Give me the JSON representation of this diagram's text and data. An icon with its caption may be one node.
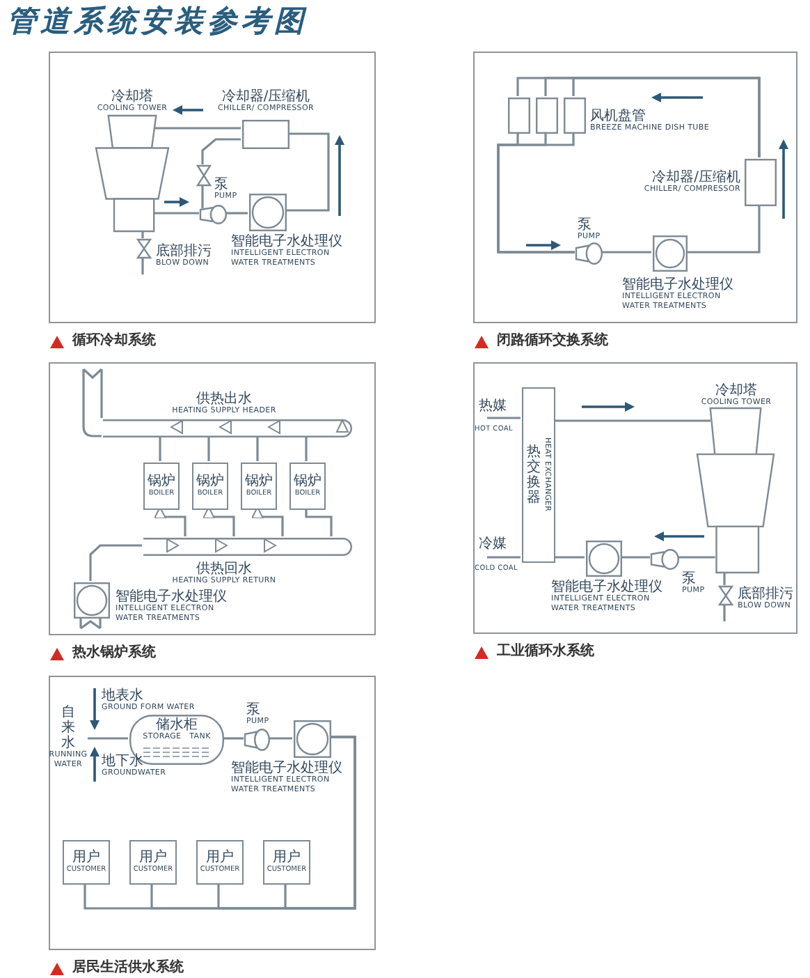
{
  "diagram": {
    "title": "管道系统安装参考图",
    "nodes": [
      {
        "text": [
          "循环冷却系统"
        ]
      },
      {
        "text": [],
        "shape": "tower",
        "in": 0,
        "beside": [
          "冷却塔",
          "COOLING TOWER"
        ]
      },
      {
        "text": [],
        "shape": "box",
        "in": 0,
        "beside": [
          "冷却器/压缩机",
          "CHILLER/ COMPRESSOR"
        ]
      },
      {
        "text": [],
        "shape": "valve",
        "in": 0
      },
      {
        "text": [],
        "shape": "pump",
        "in": 0,
        "beside": [
          "泵",
          "PUMP"
        ]
      },
      {
        "text": [],
        "shape": "box",
        "in": 0,
        "beside": [
          "智能电子水处理仪",
          "INTELLIGENT ELECTRON WATER TREATMENTS"
        ]
      },
      {
        "text": [],
        "shape": "valve",
        "in": 0,
        "beside": [
          "底部排污",
          "BLOW DOWN"
        ]
      },
      {
        "text": [
          "闭路循环交换系统"
        ]
      },
      {
        "text": [],
        "shape": "box",
        "in": 7
      },
      {
        "text": [],
        "shape": "box",
        "in": 7
      },
      {
        "text": [],
        "shape": "box",
        "in": 7,
        "beside": [
          "风机盘管",
          "BREEZE MACHINE DISH TUBE"
        ]
      },
      {
        "text": [],
        "shape": "box",
        "in": 7,
        "beside": [
          "冷却器/压缩机",
          "CHILLER/ COMPRESSOR"
        ]
      },
      {
        "text": [],
        "shape": "pump",
        "in": 7,
        "beside": [
          "泵",
          "PUMP"
        ]
      },
      {
        "text": [],
        "shape": "box",
        "in": 7,
        "beside": [
          "智能电子水处理仪",
          "INTELLIGENT ELECTRON WATER TREATMENTS"
        ]
      },
      {
        "text": [
          "热水锅炉系统"
        ]
      },
      {
        "text": [
          "供热出水",
          "HEATING SUPPLY HEADER"
        ],
        "in": 14
      },
      {
        "text": [
          "锅炉",
          "BOILER"
        ],
        "in": 14
      },
      {
        "text": [
          "锅炉",
          "BOILER"
        ],
        "in": 14
      },
      {
        "text": [
          "锅炉",
          "BOILER"
        ],
        "in": 14
      },
      {
        "text": [
          "锅炉",
          "BOILER"
        ],
        "in": 14
      },
      {
        "text": [
          "供热回水",
          "HEATING SUPPLY RETURN"
        ],
        "in": 14
      },
      {
        "text": [],
        "shape": "box",
        "in": 14,
        "beside": [
          "智能电子水处理仪",
          "INTELLIGENT ELECTRON WATER TREATMENTS"
        ]
      },
      {
        "text": [
          "工业循环水系统"
        ]
      },
      {
        "text": [
          "热交换器",
          "HEAT EXCHANGER"
        ],
        "in": 22
      },
      {
        "text": [],
        "shape": "tower",
        "in": 22,
        "beside": [
          "冷却塔",
          "COOLING TOWER"
        ]
      },
      {
        "text": [],
        "shape": "pump",
        "in": 22,
        "beside": [
          "泵",
          "PUMP"
        ]
      },
      {
        "text": [],
        "shape": "box",
        "in": 22,
        "beside": [
          "智能电子水处理仪",
          "INTELLIGENT ELECTRON WATER TREATMENTS"
        ]
      },
      {
        "text": [],
        "shape": "valve",
        "in": 22,
        "beside": [
          "底部排污",
          "BLOW DOWN"
        ]
      },
      {
        "text": [
          "居民生活供水系统"
        ]
      },
      {
        "text": [
          "自来水",
          "RUNNING WATER"
        ],
        "in": 28
      },
      {
        "text": [
          "储水柜",
          "STORAGE TANK"
        ],
        "in": 28
      },
      {
        "text": [],
        "shape": "pump",
        "in": 28,
        "beside": [
          "泵",
          "PUMP"
        ]
      },
      {
        "text": [],
        "shape": "box",
        "in": 28,
        "beside": [
          "智能电子水处理仪",
          "INTELLIGENT ELECTRON WATER TREATMENTS"
        ]
      },
      {
        "text": [
          "用户",
          "CUSTOMER"
        ],
        "in": 28
      },
      {
        "text": [
          "用户",
          "CUSTOMER"
        ],
        "in": 28
      },
      {
        "text": [
          "用户",
          "CUSTOMER"
        ],
        "in": 28
      },
      {
        "text": [
          "用户",
          "CUSTOMER"
        ],
        "in": 28
      }
    ],
    "edges": [
      {
        "from": 2,
        "to": 1,
        "arrow": "none"
      },
      {
        "from": 2,
        "to": 3,
        "arrow": "none"
      },
      {
        "from": 3,
        "to": 4,
        "arrow": "none"
      },
      {
        "from": 1,
        "to": 4,
        "arrow": "none"
      },
      {
        "from": 4,
        "to": 5,
        "arrow": "none"
      },
      {
        "from": 5,
        "to": 2,
        "arrow": "none"
      },
      {
        "from": 1,
        "to": 6,
        "arrow": "none"
      },
      {
        "from": 11,
        "to": 8,
        "arrow": "none"
      },
      {
        "from": 11,
        "to": 9,
        "arrow": "none"
      },
      {
        "from": 11,
        "to": 10,
        "arrow": "none"
      },
      {
        "from": 8,
        "to": 12,
        "arrow": "none"
      },
      {
        "from": 9,
        "to": 12,
        "arrow": "none"
      },
      {
        "from": 10,
        "to": 12,
        "arrow": "none"
      },
      {
        "from": 12,
        "to": 13,
        "arrow": "none"
      },
      {
        "from": 13,
        "to": 11,
        "arrow": "none"
      },
      {
        "from": 20,
        "to": 16,
        "arrow": "to"
      },
      {
        "from": 20,
        "to": 17,
        "arrow": "to"
      },
      {
        "from": 20,
        "to": 18,
        "arrow": "to"
      },
      {
        "from": 20,
        "to": 19,
        "arrow": "none"
      },
      {
        "from": 16,
        "to": 15,
        "arrow": "none"
      },
      {
        "from": 17,
        "to": 15,
        "arrow": "none"
      },
      {
        "from": 18,
        "to": 15,
        "arrow": "none"
      },
      {
        "from": 19,
        "to": 15,
        "arrow": "none"
      },
      {
        "from": 21,
        "to": 20,
        "arrow": "none"
      },
      {
        "from": 23,
        "to": 24,
        "arrow": "none"
      },
      {
        "from": 24,
        "to": 25,
        "arrow": "none"
      },
      {
        "from": 25,
        "to": 26,
        "arrow": "none"
      },
      {
        "from": 26,
        "to": 23,
        "arrow": "none"
      },
      {
        "from": 24,
        "to": 27,
        "arrow": "none"
      },
      {
        "from": 29,
        "to": 30,
        "arrow": "none"
      },
      {
        "from": 30,
        "to": 31,
        "arrow": "none"
      },
      {
        "from": 31,
        "to": 32,
        "arrow": "none"
      },
      {
        "from": 32,
        "to": 33,
        "arrow": "none"
      },
      {
        "from": 32,
        "to": 34,
        "arrow": "none"
      },
      {
        "from": 32,
        "to": 35,
        "arrow": "none"
      },
      {
        "from": 32,
        "to": 36,
        "arrow": "none"
      }
    ],
    "labels": [
      "热媒",
      "HOT COAL",
      "冷媒",
      "COLD COAL",
      "地表水",
      "GROUND FORM WATER",
      "地下水",
      "GROUNDWATER"
    ]
  }
}
